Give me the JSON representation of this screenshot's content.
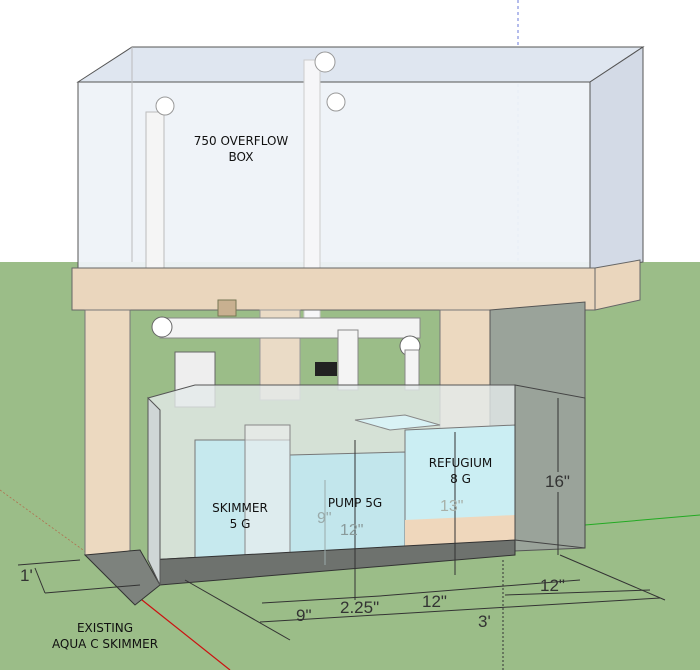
{
  "labels": {
    "overflow": "750 OVERFLOW\nBOX",
    "skimmer": "SKIMMER\n5 G",
    "pump": "PUMP 5G",
    "refugium": "REFUGIUM\n8 G",
    "existing": "EXISTING\nAQUA C SKIMMER"
  },
  "dimensions": {
    "depth": "1'",
    "width_skimmer": "9\"",
    "baffle_gap": "2.25\"",
    "width_pump": "12\"",
    "width_refugium": "12\"",
    "total_width": "3'",
    "height_sump": "16\"",
    "water_skimmer": "9\"",
    "water_pump": "12\"",
    "water_refugium": "13\""
  },
  "colors": {
    "sky": "#ffffff",
    "ground": "#9bbd88",
    "stand": "#ecd8bf",
    "water": "#c6e9ee",
    "glass": "#e8eef6"
  }
}
